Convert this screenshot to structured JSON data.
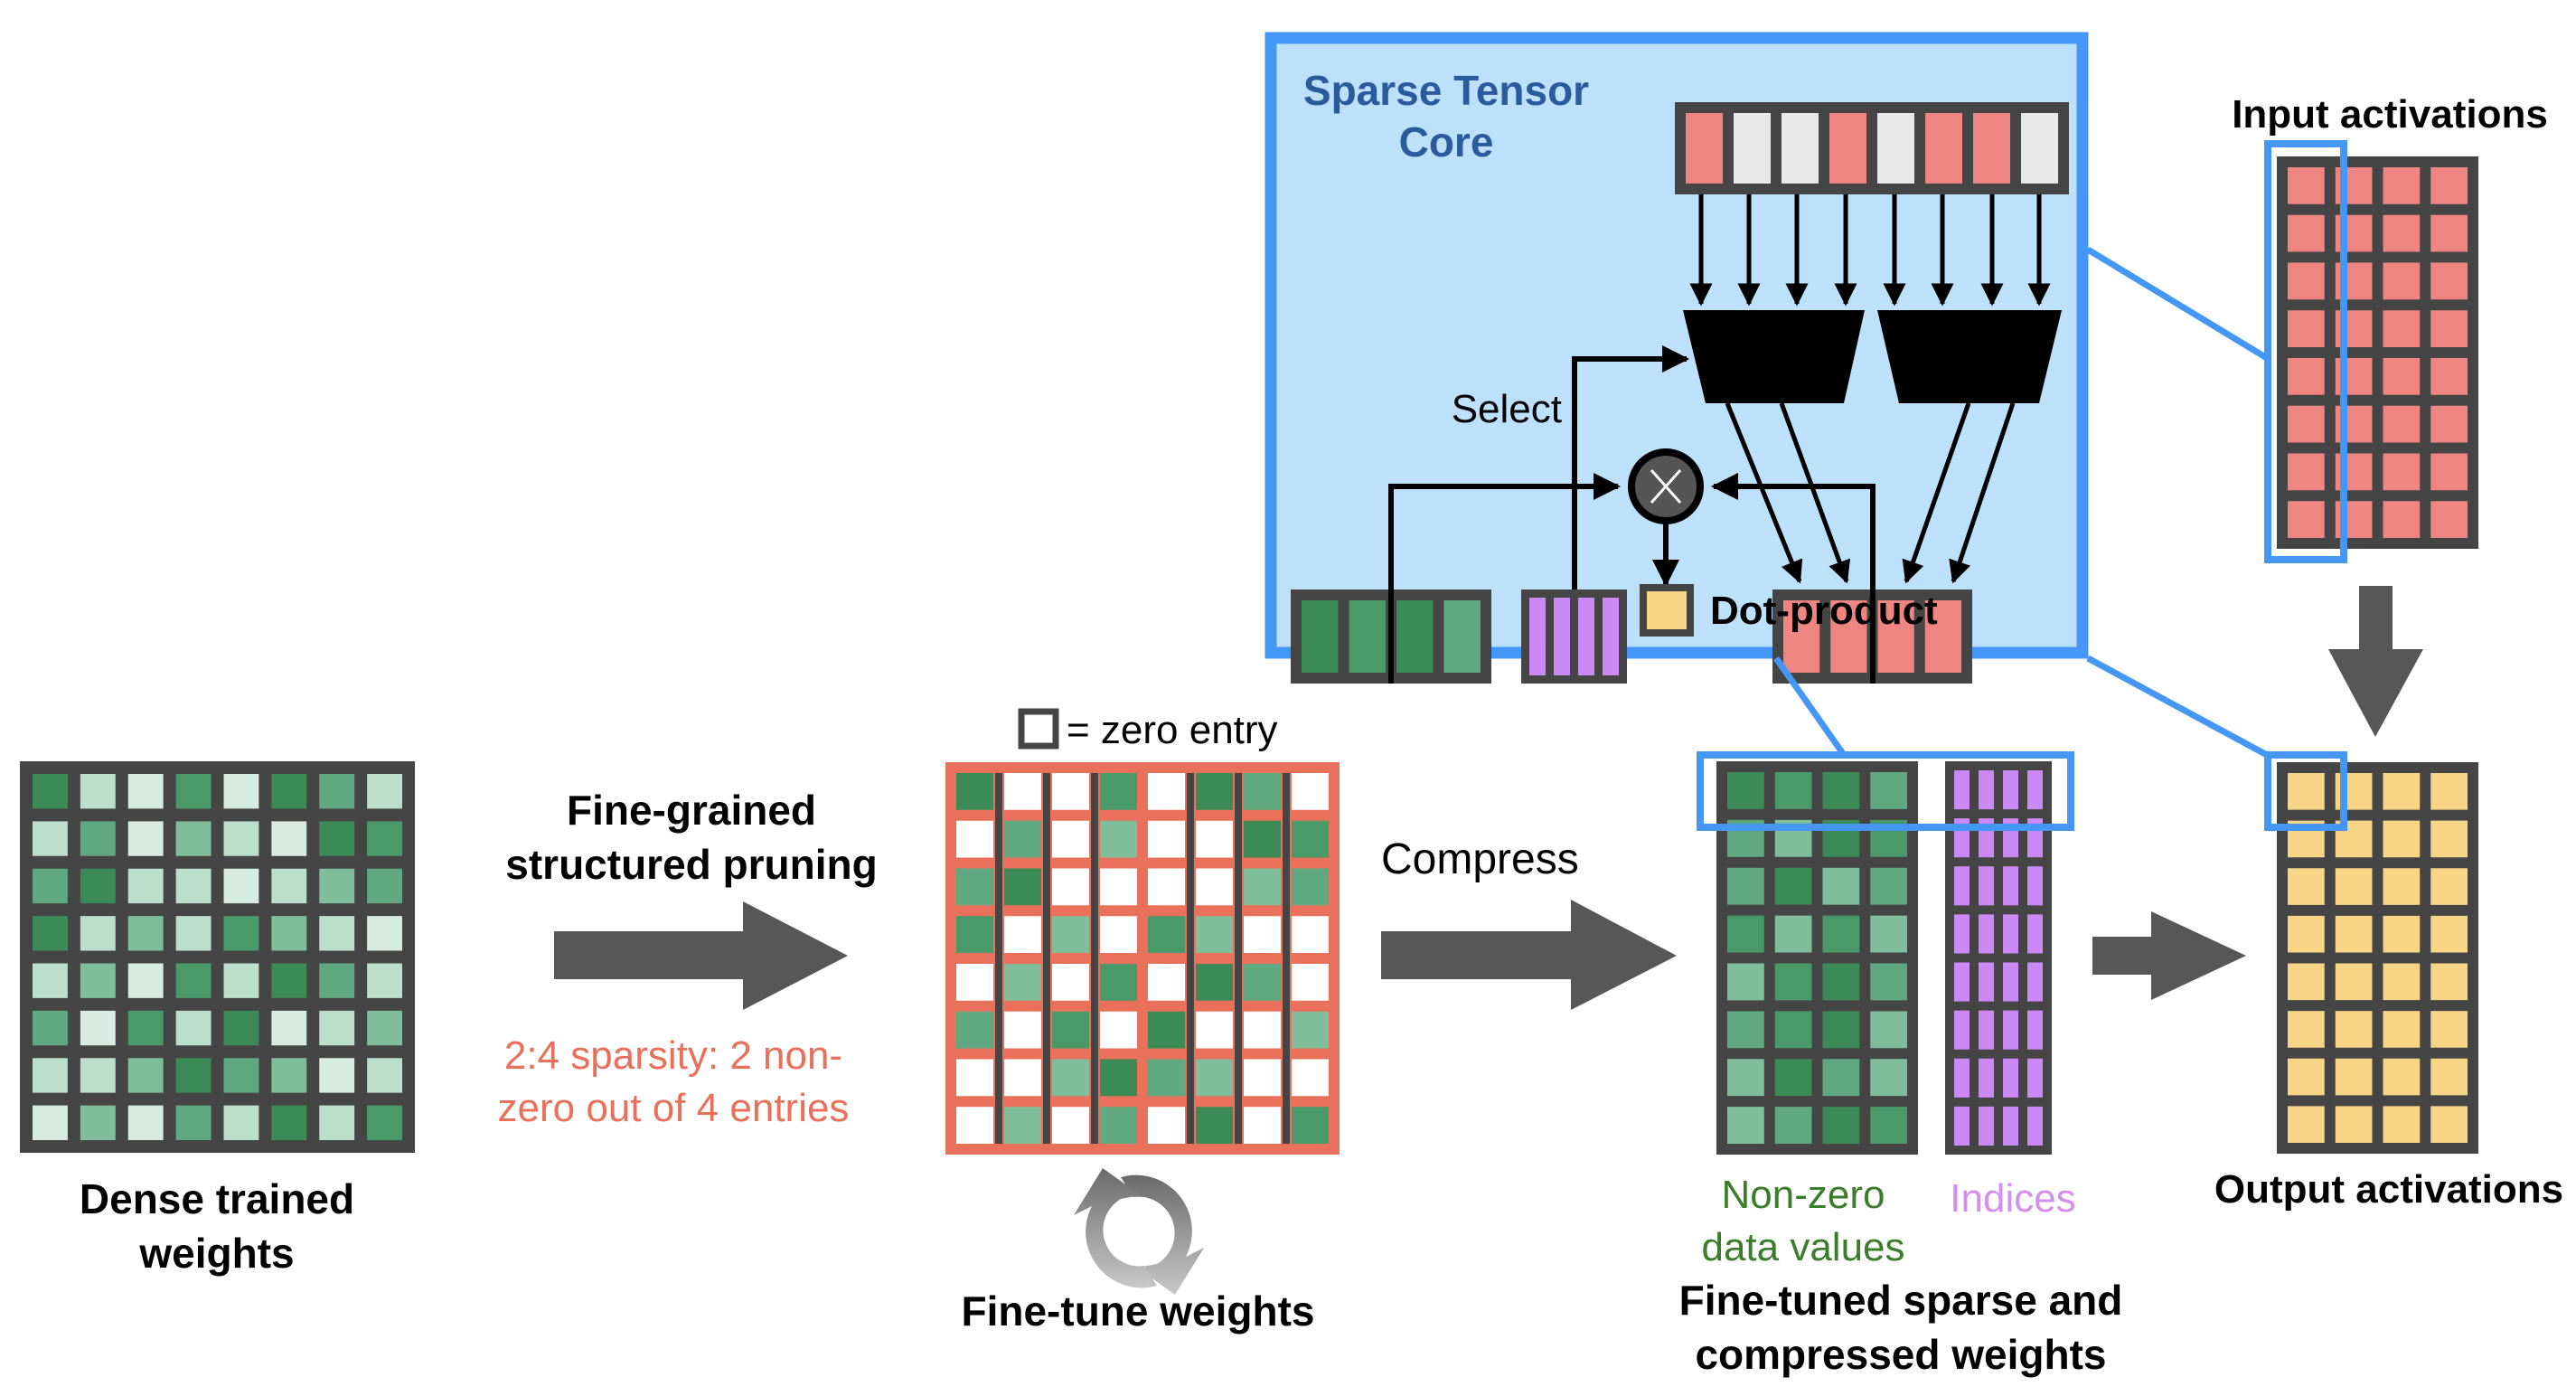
{
  "colors": {
    "grid_border": "#454545",
    "prune_border": "#e9705a",
    "highlight": "#4597f6",
    "core_bg": "#bde0fb",
    "core_title": "#2a5b9c",
    "arrow": "#575757",
    "activation": "#ef8580",
    "activation_zero": "#e8e8e8",
    "output": "#f8d585",
    "index": "#cc88f5",
    "zero": "#ffffff",
    "sparsity_text": "#e9705a",
    "nonzero_text": "#3a7d2a",
    "indices_text": "#d48ef0",
    "shades": {
      "D": "#3c8a56",
      "M": "#4a9a69",
      "L1": "#5fa880",
      "L2": "#80bd9b",
      "L3": "#bcdecd",
      "L4": "#d6ebe1",
      "Z": "#ffffff"
    }
  },
  "dense_weights": {
    "label_lines": [
      "Dense trained",
      "weights"
    ],
    "cells": [
      [
        "D",
        "L3",
        "L4",
        "M",
        "L4",
        "D",
        "L1",
        "L3"
      ],
      [
        "L3",
        "L1",
        "L4",
        "L2",
        "L3",
        "L4",
        "D",
        "M"
      ],
      [
        "L1",
        "D",
        "L3",
        "L3",
        "L4",
        "L3",
        "L2",
        "L1"
      ],
      [
        "D",
        "L3",
        "L2",
        "L3",
        "M",
        "L2",
        "L3",
        "L4"
      ],
      [
        "L3",
        "L2",
        "L4",
        "M",
        "L3",
        "D",
        "L1",
        "L3"
      ],
      [
        "L1",
        "L4",
        "M",
        "L3",
        "D",
        "L4",
        "L3",
        "L2"
      ],
      [
        "L3",
        "L3",
        "L2",
        "D",
        "L1",
        "L2",
        "L4",
        "L3"
      ],
      [
        "L4",
        "L2",
        "L4",
        "L1",
        "L3",
        "D",
        "L3",
        "M"
      ]
    ]
  },
  "pruning_step": {
    "title_lines": [
      "Fine-grained",
      "structured pruning"
    ],
    "note_lines": [
      "2:4 sparsity: 2 non-",
      "zero out of 4 entries"
    ]
  },
  "pruned_weights": {
    "legend": "= zero entry",
    "label": "Fine-tune weights",
    "icon": "refresh-icon",
    "cells": [
      [
        "D",
        "Z",
        "Z",
        "M",
        "Z",
        "D",
        "L1",
        "Z"
      ],
      [
        "Z",
        "L1",
        "Z",
        "L2",
        "Z",
        "Z",
        "D",
        "M"
      ],
      [
        "L1",
        "D",
        "Z",
        "Z",
        "Z",
        "Z",
        "L2",
        "L1"
      ],
      [
        "M",
        "Z",
        "L2",
        "Z",
        "M",
        "L2",
        "Z",
        "Z"
      ],
      [
        "Z",
        "L2",
        "Z",
        "M",
        "Z",
        "D",
        "L1",
        "Z"
      ],
      [
        "L1",
        "Z",
        "M",
        "Z",
        "D",
        "Z",
        "Z",
        "L2"
      ],
      [
        "Z",
        "Z",
        "L2",
        "D",
        "L1",
        "L2",
        "Z",
        "Z"
      ],
      [
        "Z",
        "L2",
        "Z",
        "L1",
        "Z",
        "D",
        "Z",
        "M"
      ]
    ]
  },
  "compress_step": {
    "title": "Compress"
  },
  "compressed_weights": {
    "nonzero_label_lines": [
      "Non-zero",
      "data values"
    ],
    "indices_label": "Indices",
    "label_lines": [
      "Fine-tuned sparse and",
      "compressed weights"
    ],
    "values": [
      [
        "D",
        "M",
        "D",
        "L1"
      ],
      [
        "L1",
        "L2",
        "D",
        "M"
      ],
      [
        "L1",
        "D",
        "L2",
        "L1"
      ],
      [
        "M",
        "L2",
        "M",
        "L2"
      ],
      [
        "L2",
        "M",
        "D",
        "L1"
      ],
      [
        "L1",
        "M",
        "D",
        "L2"
      ],
      [
        "L2",
        "D",
        "L1",
        "L2"
      ],
      [
        "L2",
        "L1",
        "D",
        "M"
      ]
    ],
    "index_rows": 8,
    "index_cols": 4
  },
  "input_activations": {
    "label": "Input activations",
    "rows": 8,
    "cols": 4
  },
  "output_activations": {
    "label": "Output activations",
    "rows": 8,
    "cols": 4
  },
  "sparse_tensor_core": {
    "title_lines": [
      "Sparse Tensor",
      "Core"
    ],
    "select_label": "Select",
    "dot_product_label": "Dot-product",
    "multiply_symbol": "×",
    "activation_row": [
      1,
      0,
      0,
      1,
      0,
      1,
      1,
      0
    ],
    "weight_row": [
      "D",
      "M",
      "D",
      "L1"
    ],
    "index_count": 4,
    "selected_count": 4
  }
}
